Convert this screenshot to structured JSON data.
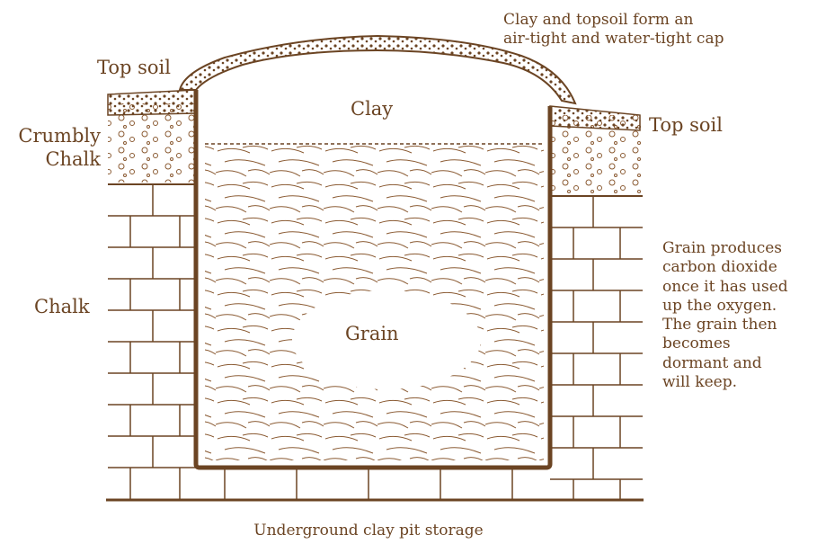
{
  "labels": {
    "cap_note": "Clay and topsoil form an\nair-tight and water-tight cap",
    "top_soil_left": "Top soil",
    "top_soil_right": "Top soil",
    "clay": "Clay",
    "crumbly_chalk": "Crumbly\nChalk",
    "chalk": "Chalk",
    "grain": "Grain",
    "grain_note": "Grain produces\ncarbon dioxide\nonce it has used\nup the oxygen.\nThe grain then\nbecomes\ndormant and\nwill keep.",
    "caption": "Underground clay pit storage"
  },
  "colors": {
    "ink": "#6b4423",
    "soil": "#8a5a32",
    "background": "#ffffff"
  }
}
